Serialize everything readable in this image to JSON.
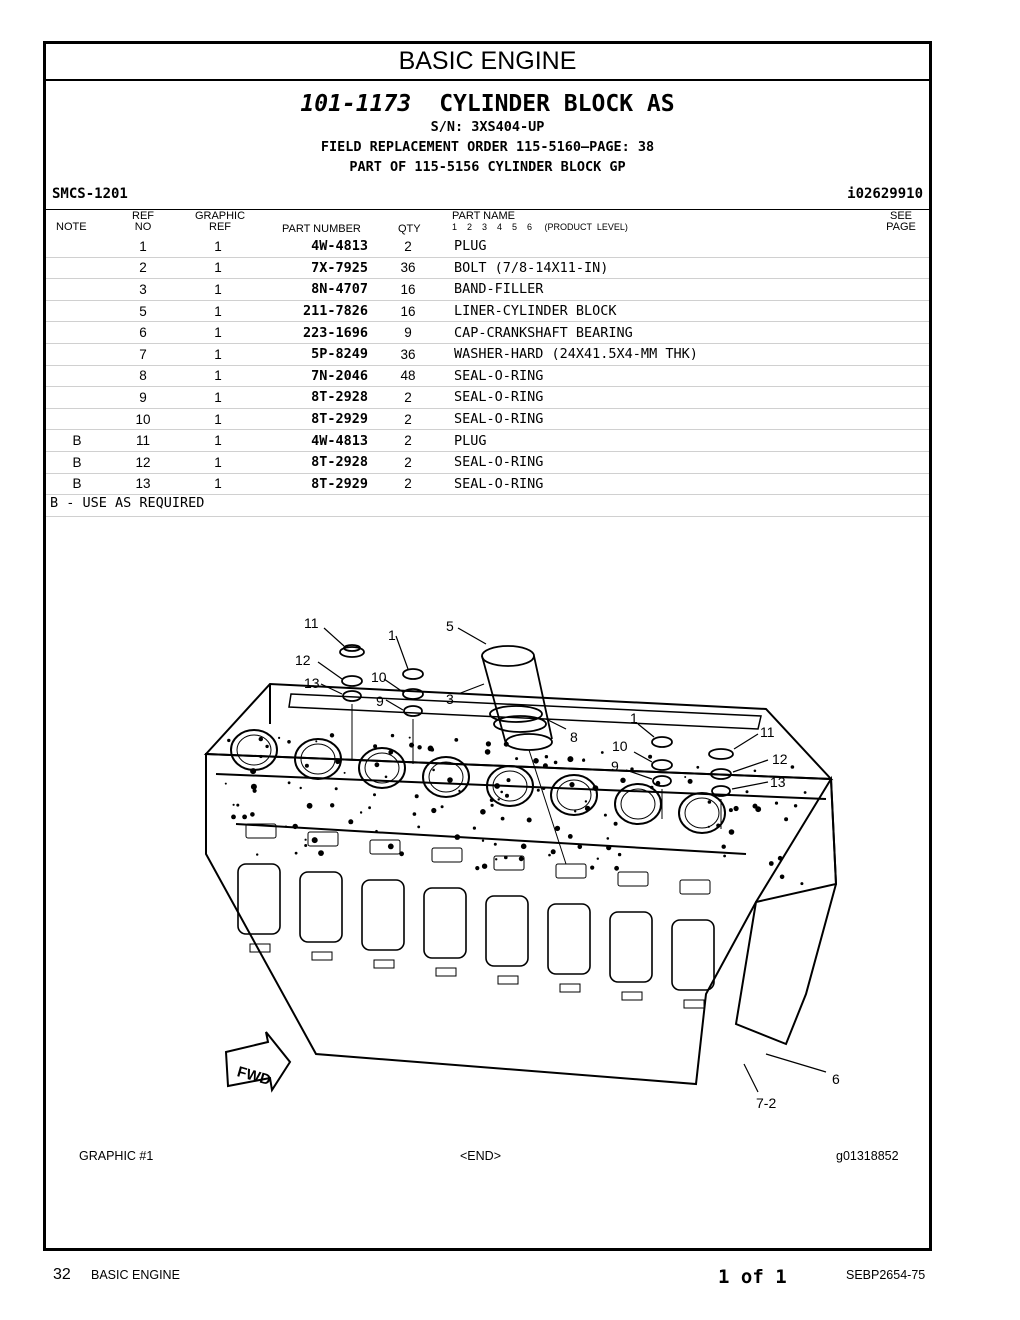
{
  "section_title": "BASIC ENGINE",
  "part": {
    "number": "101-1173",
    "name": "CYLINDER BLOCK AS",
    "serial": "S/N: 3XS404-UP",
    "field_order": "FIELD REPLACEMENT ORDER  115-5160—PAGE: 38",
    "part_of": "PART OF 115-5156 CYLINDER BLOCK GP"
  },
  "smcs": "SMCS-1201",
  "illustration_id": "i02629910",
  "columns": {
    "note": "NOTE",
    "ref_top": "REF",
    "ref_bottom": "NO",
    "graphic_top": "GRAPHIC",
    "graphic_bottom": "REF",
    "part_number": "PART NUMBER",
    "qty": "QTY",
    "part_name": "PART  NAME",
    "levels": "1    2    3    4    5    6     (PRODUCT  LEVEL)",
    "see_top": "SEE",
    "see_bottom": "PAGE"
  },
  "rows": [
    {
      "note": "",
      "ref": "1",
      "gref": "1",
      "pn": "4W-4813",
      "qty": "2",
      "name": "PLUG"
    },
    {
      "note": "",
      "ref": "2",
      "gref": "1",
      "pn": "7X-7925",
      "qty": "36",
      "name": "BOLT (7/8-14X11-IN)"
    },
    {
      "note": "",
      "ref": "3",
      "gref": "1",
      "pn": "8N-4707",
      "qty": "16",
      "name": "BAND-FILLER"
    },
    {
      "note": "",
      "ref": "5",
      "gref": "1",
      "pn": "211-7826",
      "qty": "16",
      "name": "LINER-CYLINDER BLOCK"
    },
    {
      "note": "",
      "ref": "6",
      "gref": "1",
      "pn": "223-1696",
      "qty": "9",
      "name": "CAP-CRANKSHAFT BEARING"
    },
    {
      "note": "",
      "ref": "7",
      "gref": "1",
      "pn": "5P-8249",
      "qty": "36",
      "name": "WASHER-HARD (24X41.5X4-MM THK)"
    },
    {
      "note": "",
      "ref": "8",
      "gref": "1",
      "pn": "7N-2046",
      "qty": "48",
      "name": "SEAL-O-RING"
    },
    {
      "note": "",
      "ref": "9",
      "gref": "1",
      "pn": "8T-2928",
      "qty": "2",
      "name": "SEAL-O-RING"
    },
    {
      "note": "",
      "ref": "10",
      "gref": "1",
      "pn": "8T-2929",
      "qty": "2",
      "name": "SEAL-O-RING"
    },
    {
      "note": "B",
      "ref": "11",
      "gref": "1",
      "pn": "4W-4813",
      "qty": "2",
      "name": "PLUG"
    },
    {
      "note": "B",
      "ref": "12",
      "gref": "1",
      "pn": "8T-2928",
      "qty": "2",
      "name": "SEAL-O-RING"
    },
    {
      "note": "B",
      "ref": "13",
      "gref": "1",
      "pn": "8T-2929",
      "qty": "2",
      "name": "SEAL-O-RING"
    }
  ],
  "footnote": "B - USE AS REQUIRED",
  "callouts": {
    "c11a": "11",
    "c1a": "1",
    "c5": "5",
    "c12a": "12",
    "c10a": "10",
    "c13a": "13",
    "c9a": "9",
    "c3": "3",
    "c8": "8",
    "c1b": "1",
    "c11b": "11",
    "c10b": "10",
    "c12b": "12",
    "c9b": "9",
    "c13b": "13",
    "c6": "6",
    "c72": "7-2",
    "fwd": "FWD"
  },
  "graphic_caption": {
    "left": "GRAPHIC #1",
    "center": "<END>",
    "right": "g01318852"
  },
  "footer": {
    "page_number": "32",
    "section": "BASIC  ENGINE",
    "page_of": "1 of 1",
    "doc_id": "SEBP2654-75"
  }
}
